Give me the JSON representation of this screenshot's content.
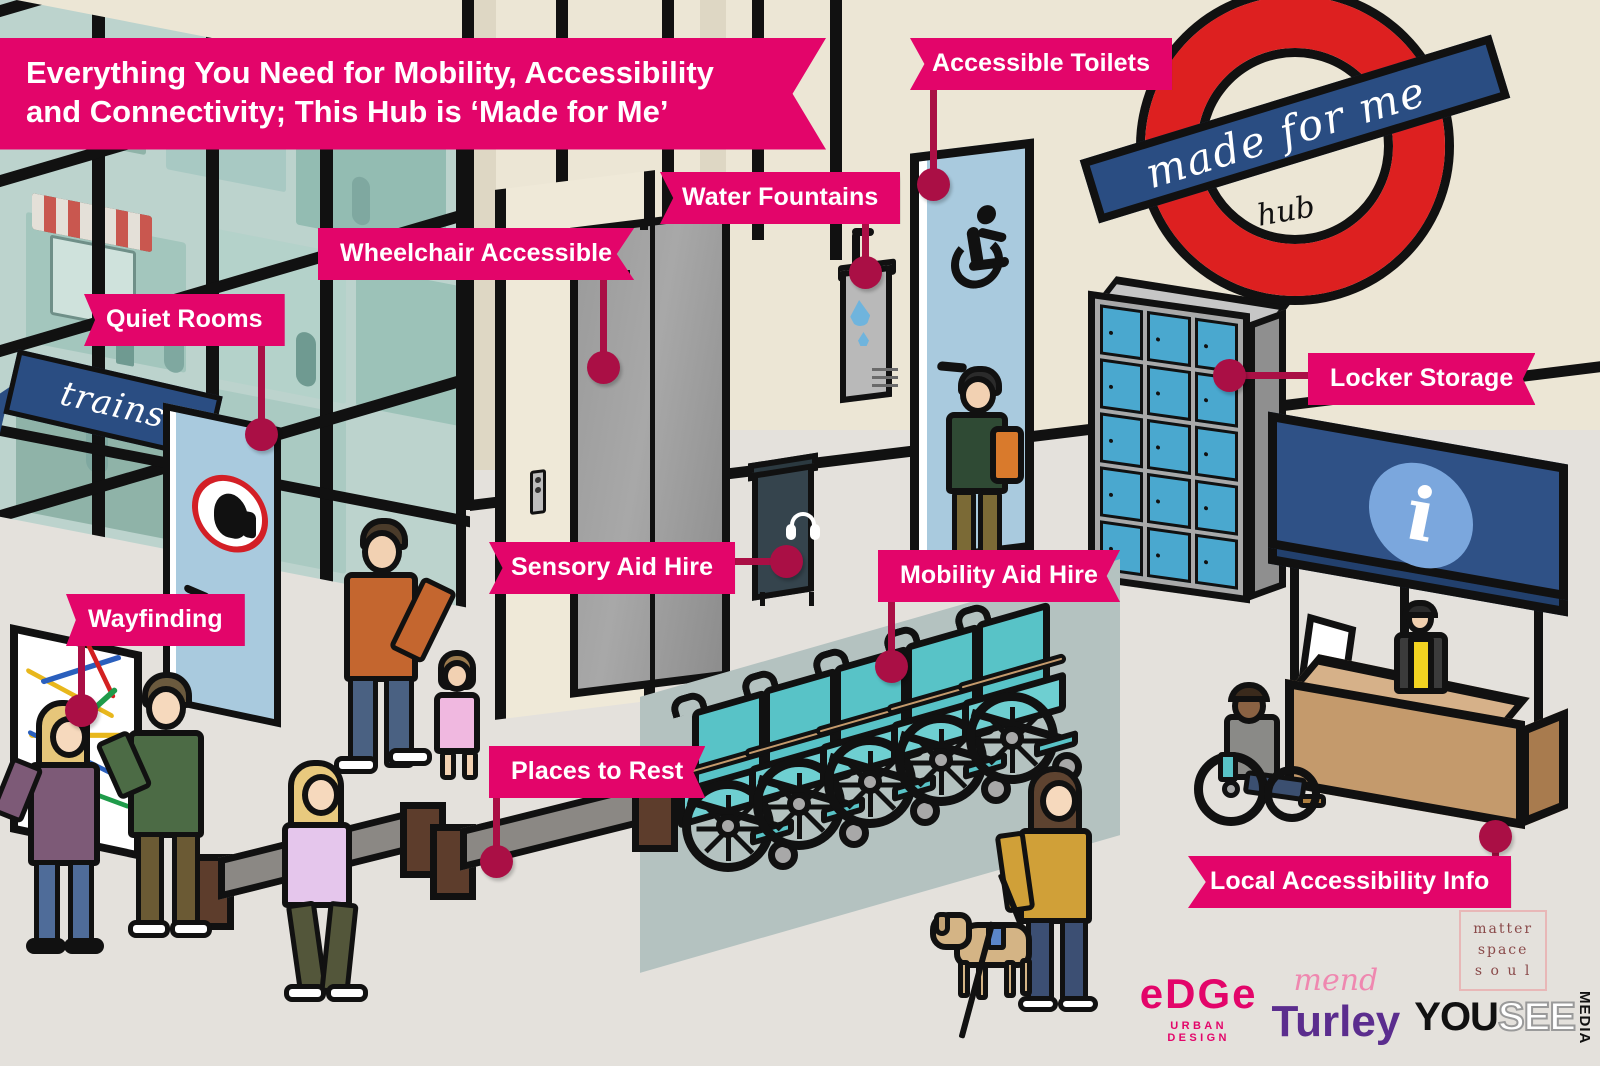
{
  "title": {
    "line1": "Everything You Need for Mobility, Accessibility",
    "line2": "and Connectivity; This Hub is ‘Made for Me’"
  },
  "brand": {
    "roundel_text": "made for me",
    "roundel_sub": "hub",
    "accent_pink": "#e3056a",
    "leader_red": "#aa0f45",
    "roundel_red": "#dd2020",
    "roundel_blue": "#2a4d82"
  },
  "labels": [
    {
      "id": "quiet-rooms",
      "text": "Quiet Rooms"
    },
    {
      "id": "wheelchair-accessible",
      "text": "Wheelchair Accessible"
    },
    {
      "id": "water-fountains",
      "text": "Water Fountains"
    },
    {
      "id": "accessible-toilets",
      "text": "Accessible Toilets"
    },
    {
      "id": "locker-storage",
      "text": "Locker Storage"
    },
    {
      "id": "wayfinding",
      "text": "Wayfinding"
    },
    {
      "id": "sensory-aid-hire",
      "text": "Sensory Aid Hire"
    },
    {
      "id": "mobility-aid-hire",
      "text": "Mobility Aid Hire"
    },
    {
      "id": "places-to-rest",
      "text": "Places to Rest"
    },
    {
      "id": "local-accessibility-info",
      "text": "Local Accessibility Info"
    }
  ],
  "signs": {
    "trains": "trains",
    "info_symbol": "i"
  },
  "logos": {
    "edge_mark": "eDGe",
    "edge_sub": "URBAN DESIGN",
    "mend": "mend",
    "turley": "Turley",
    "yousee_you": "YOU",
    "yousee_see": "SEE",
    "yousee_media": "MEDIA",
    "mss_1": "matter",
    "mss_2": "space",
    "mss_3": "s o u l"
  },
  "icons": {
    "quiet": "no-talking-icon",
    "toilet": "wheelchair-icon",
    "fountain": "water-drop-icon",
    "sensory": "headphones-icon",
    "info": "info-icon"
  }
}
